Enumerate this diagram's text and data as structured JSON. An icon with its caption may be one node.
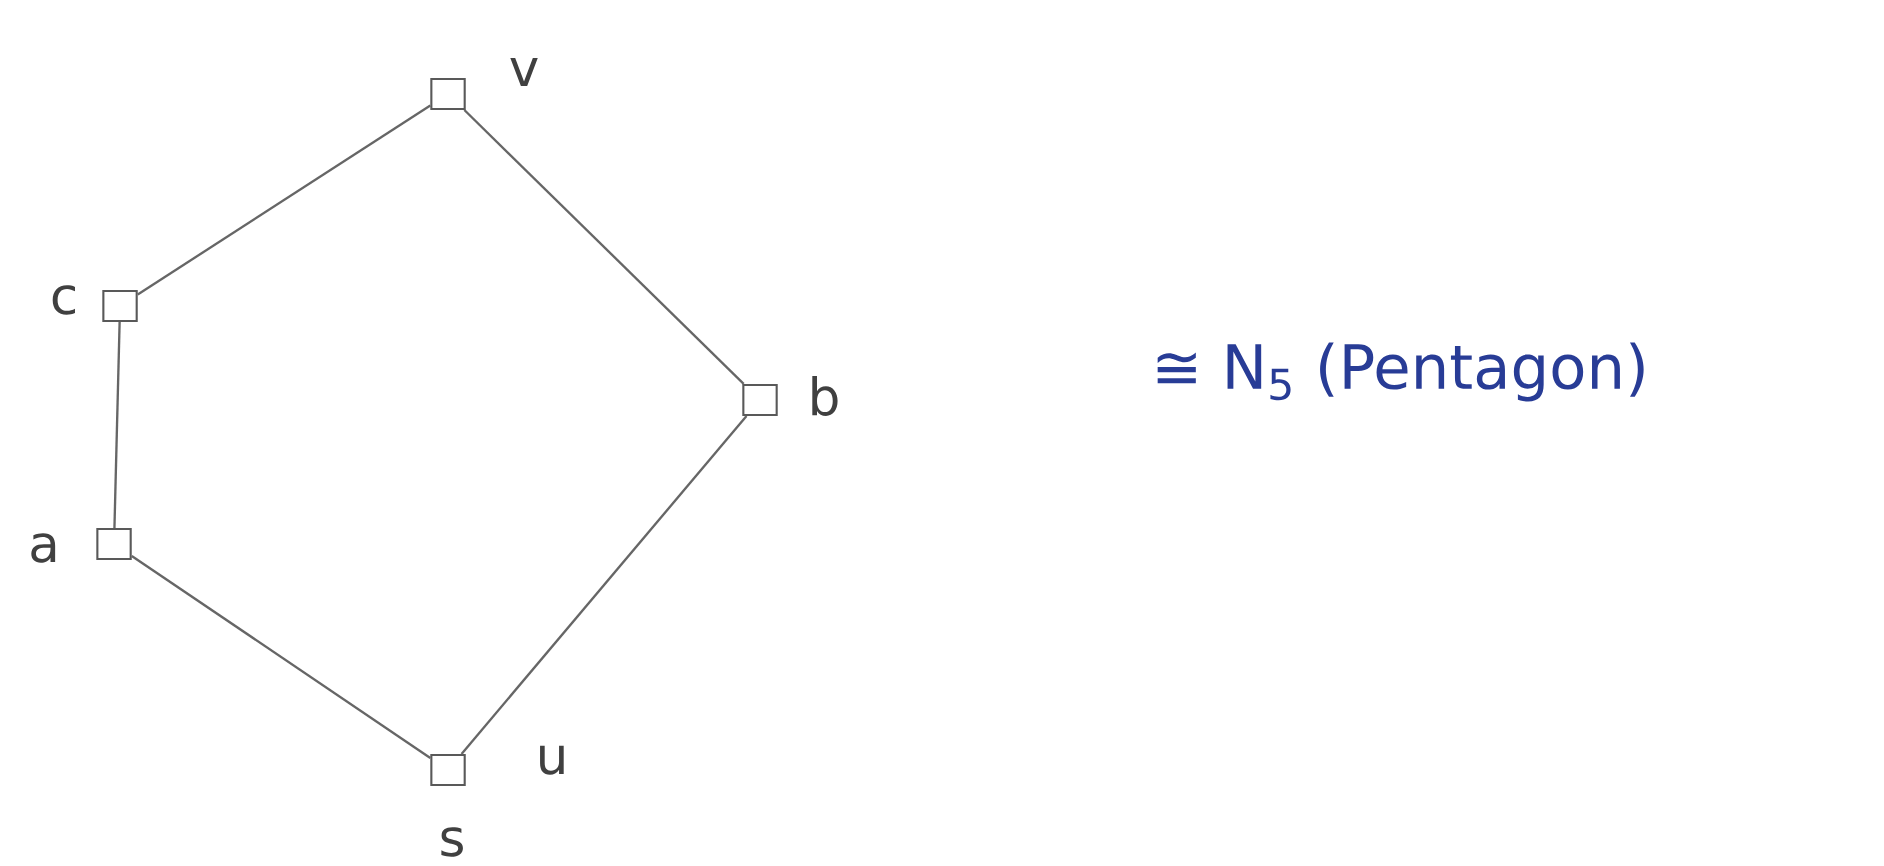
{
  "diagram": {
    "nodes": [
      {
        "text": [],
        "shape": "box",
        "beside": [
          "v"
        ]
      },
      {
        "text": [],
        "shape": "box",
        "beside": [
          "c"
        ]
      },
      {
        "text": [],
        "shape": "box",
        "beside": [
          "b"
        ]
      },
      {
        "text": [],
        "shape": "box",
        "beside": [
          "a"
        ]
      },
      {
        "text": [],
        "shape": "box",
        "beside": [
          "u",
          "s"
        ]
      }
    ],
    "edges": [
      {
        "from": 0,
        "to": 1,
        "arrow": "none"
      },
      {
        "from": 0,
        "to": 2,
        "arrow": "none"
      },
      {
        "from": 1,
        "to": 3,
        "arrow": "none"
      },
      {
        "from": 3,
        "to": 4,
        "arrow": "none"
      },
      {
        "from": 2,
        "to": 4,
        "arrow": "none"
      }
    ],
    "labels": [
      "≅ N$_{5}$ (Pentagon)"
    ]
  }
}
